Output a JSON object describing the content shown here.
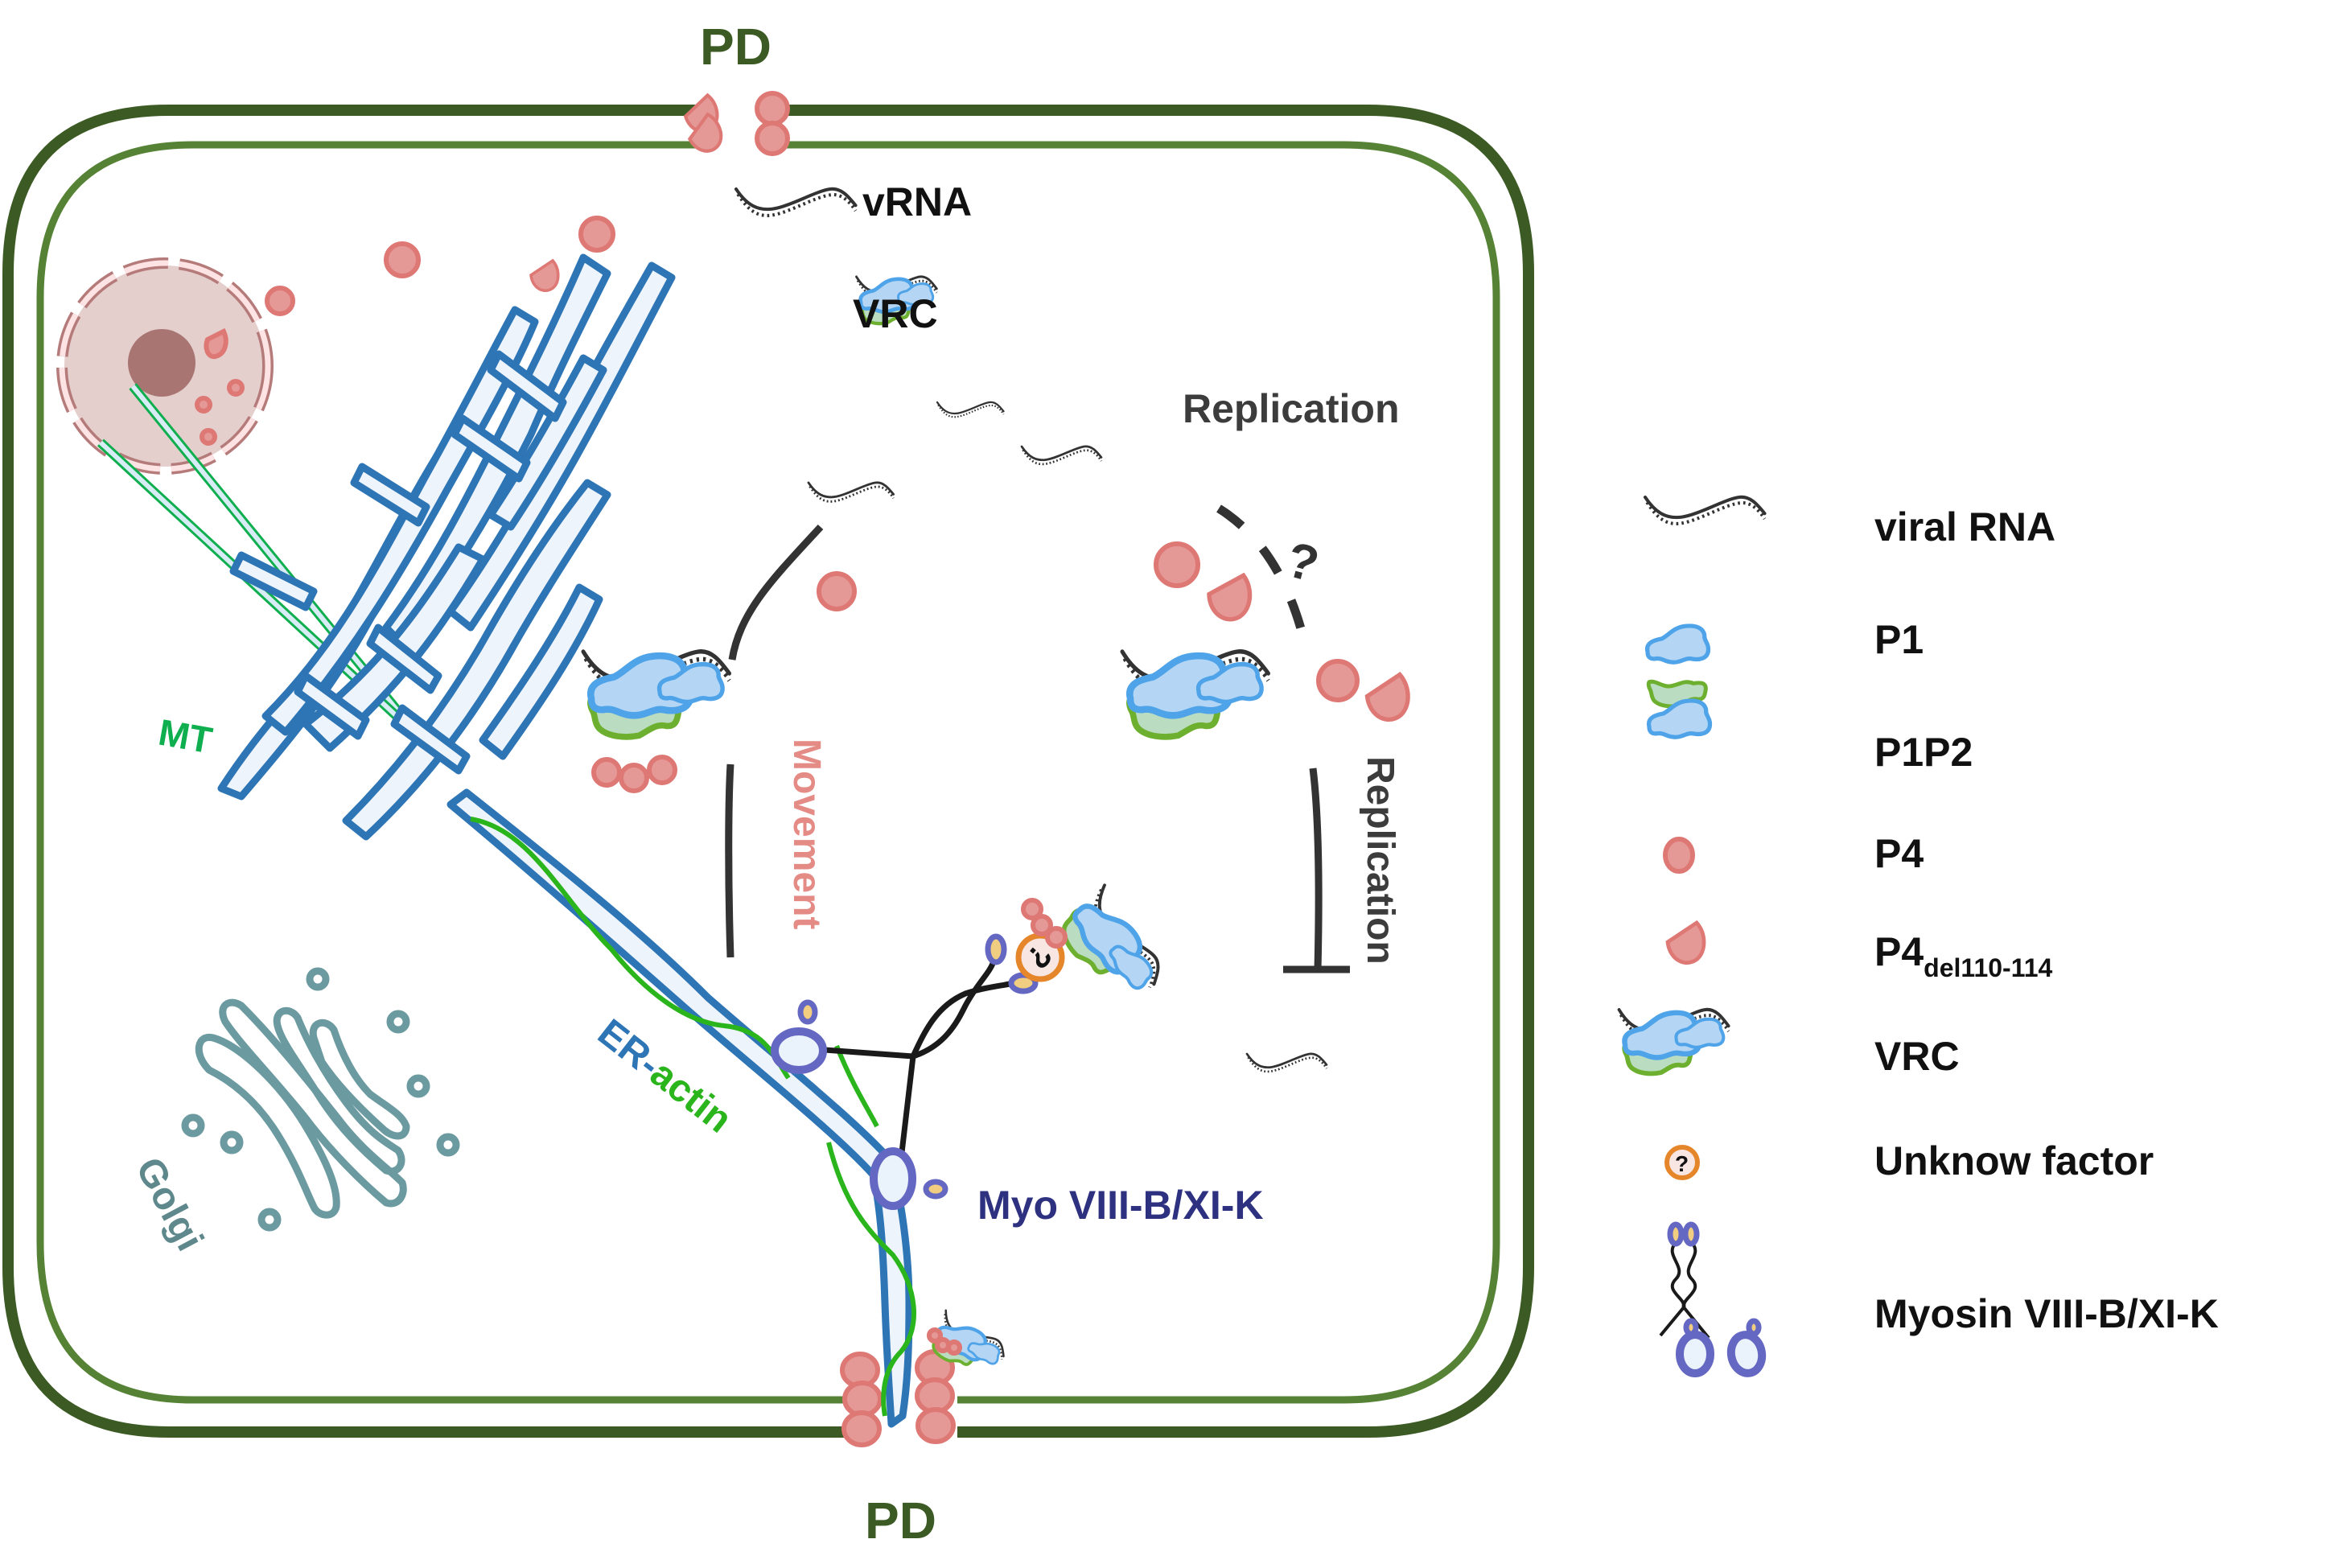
{
  "figure": {
    "labels": {
      "pd_top": "PD",
      "pd_bottom": "PD",
      "vrna": "vRNA",
      "vrc": "VRC",
      "replication_top": "Replication",
      "movement": "Movement",
      "replication_side": "Replication",
      "question_mark": "?",
      "unknown_factor_glyph": "?",
      "mt": "MT",
      "er_actin_part1": "ER-",
      "er_actin_part2": "actin",
      "golgi": "Golgi",
      "myosin": "Myo VIII-B/XI-K"
    },
    "colors": {
      "cell_wall": "#3c5a23",
      "plasma_membrane": "#558235",
      "p1_fill": "#b4d6f4",
      "p1_stroke": "#4fa3e8",
      "p2_fill": "#badcc0",
      "p2_stroke": "#6db02f",
      "p4_fill": "#e59997",
      "p4_stroke": "#de7874",
      "er": "#2e75b6",
      "actin": "#2bb51c",
      "microtubule": "#0fae4e",
      "myosin": "#6568c2",
      "golgi": "#6b9aa0",
      "movement_text": "#e58b86",
      "myosin_text": "#2e3180",
      "rna": "#333333",
      "unknown_factor": "#e6862a"
    }
  },
  "legend": {
    "items": [
      {
        "icon": "viral-rna-icon",
        "label": "viral RNA"
      },
      {
        "icon": "p1-protein-icon",
        "label": "P1"
      },
      {
        "icon": "p1p2-complex-icon",
        "label": "P1P2"
      },
      {
        "icon": "p4-protein-icon",
        "label": "P4"
      },
      {
        "icon": "p4-truncated-icon",
        "label": "P4",
        "subscript": "del110-114"
      },
      {
        "icon": "vrc-icon",
        "label": "VRC"
      },
      {
        "icon": "unknown-factor-icon",
        "label": "Unknow factor",
        "glyph": "?"
      },
      {
        "icon": "myosin-icon",
        "label": "Myosin VIII-B/XI-K"
      }
    ]
  }
}
